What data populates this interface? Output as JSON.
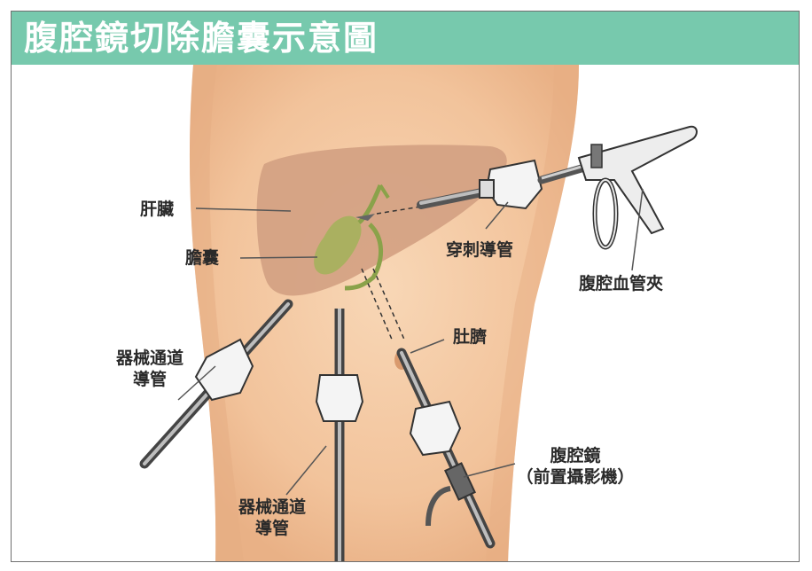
{
  "title": "腹腔鏡切除膽囊示意圖",
  "labels": {
    "liver": "肝臟",
    "gallbladder": "膽囊",
    "puncture_tube": "穿刺導管",
    "clip": "腹腔血管夾",
    "navel": "肚臍",
    "channel_left_1": "器械通道",
    "channel_left_2": "導管",
    "channel_bottom_1": "器械通道",
    "channel_bottom_2": "導管",
    "scope_1": "腹腔鏡",
    "scope_2": "（前置攝影機）"
  },
  "colors": {
    "header": "#77c9ad",
    "skin": "#f3c7a0",
    "liver": "#d3a082",
    "gallbladder": "#aab060"
  }
}
